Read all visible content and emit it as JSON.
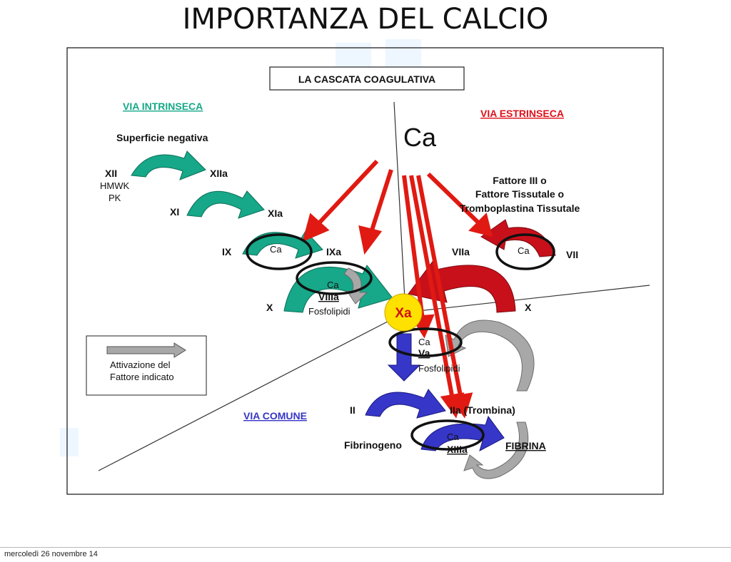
{
  "title": "IMPORTANZA DEL CALCIO",
  "footer_date": "mercoledì 26 novembre 14",
  "diagram": {
    "box_title": "LA CASCATA COAGULATIVA",
    "headers": {
      "intrinsic": "VIA INTRINSECA",
      "extrinsic": "VIA ESTRINSECA",
      "common": "VIA COMUNE"
    },
    "colors": {
      "intrinsic": "#16a888",
      "extrinsic": "#e0101a",
      "common": "#3636c8",
      "calcium_arrow": "#e01a12",
      "xa_circle": "#ffe100",
      "xa_text": "#d01010",
      "gray_arrow": "#a8a8a8"
    },
    "ca_big": "Ca",
    "intrinsic": {
      "surface": "Superficie negativa",
      "xii": "XII",
      "hmwk": "HMWK",
      "pk": "PK",
      "xiia": "XIIa",
      "xi": "XI",
      "xia": "XIa",
      "ix": "IX",
      "ixa": "IXa",
      "ca_ix": "Ca",
      "ca_viii": "Ca",
      "viiia": "VIIIa",
      "phospholipids": "Fosfolipidi",
      "x": "X"
    },
    "extrinsic": {
      "factor_line1": "Fattore III o",
      "factor_line2": "Fattore Tissutale o",
      "factor_line3": "Tromboplastina Tissutale",
      "viia": "VIIa",
      "vii": "VII",
      "ca_vii": "Ca",
      "x": "X"
    },
    "common": {
      "xa": "Xa",
      "ca_va": "Ca",
      "va": "Va",
      "phospholipids": "Fosfolipidi",
      "ii": "II",
      "iia": "IIa (Trombina)",
      "fibrinogen": "Fibrinogeno",
      "ca_xiii": "Ca",
      "xiiia": "XIIIa",
      "fibrin": "FIBRINA"
    },
    "legend": {
      "line1": "Attivazione del",
      "line2": "Fattore indicato"
    }
  }
}
